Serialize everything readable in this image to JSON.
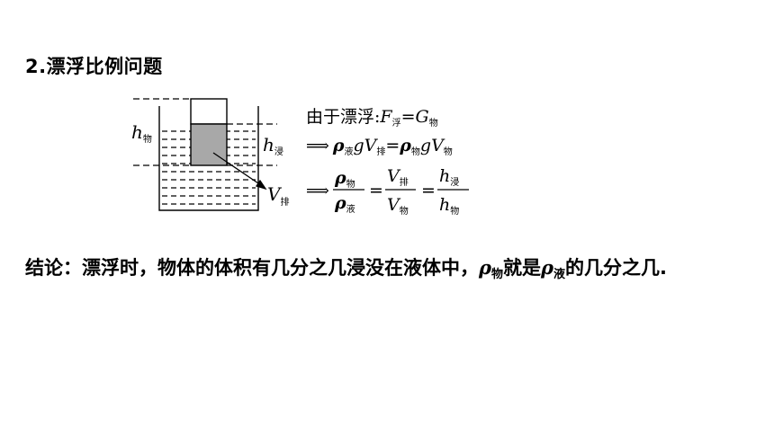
{
  "heading": "2.漂浮比例问题",
  "diagram": {
    "label_h_obj": "h",
    "label_h_obj_sub": "物",
    "label_h_sub": "h",
    "label_h_sub_sub": "浸",
    "label_V": "V",
    "label_V_sub": "排",
    "eq1_prefix": "由于漂浮:",
    "eq1_F": "F",
    "eq1_F_sub": "浮",
    "eq1_eq": "=",
    "eq1_G": "G",
    "eq1_G_sub": "物",
    "eq2_arrow": "⟹",
    "eq2_rho1": "ρ",
    "eq2_rho1_sub": "液",
    "eq2_g1": "gV",
    "eq2_V1_sub": "排",
    "eq2_eq": "=",
    "eq2_rho2": "ρ",
    "eq2_rho2_sub": "物",
    "eq2_g2": "gV",
    "eq2_V2_sub": "物",
    "eq3_arrow": "⟹",
    "frac1_num": "ρ",
    "frac1_num_sub": "物",
    "frac1_den": "ρ",
    "frac1_den_sub": "液",
    "frac2_num": "V",
    "frac2_num_sub": "排",
    "frac2_den": "V",
    "frac2_den_sub": "物",
    "frac3_num": "h",
    "frac3_num_sub": "浸",
    "frac3_den": "h",
    "frac3_den_sub": "物",
    "eq3_eq1": "=",
    "eq3_eq2": "="
  },
  "conclusion": {
    "part1": "结论：漂浮时，物体的体积有几分之几浸没在液体中，",
    "rho1": "ρ",
    "rho1_sub": "物",
    "part2": "就是",
    "rho2": "ρ",
    "rho2_sub": "液",
    "part3": "的几分之几."
  }
}
